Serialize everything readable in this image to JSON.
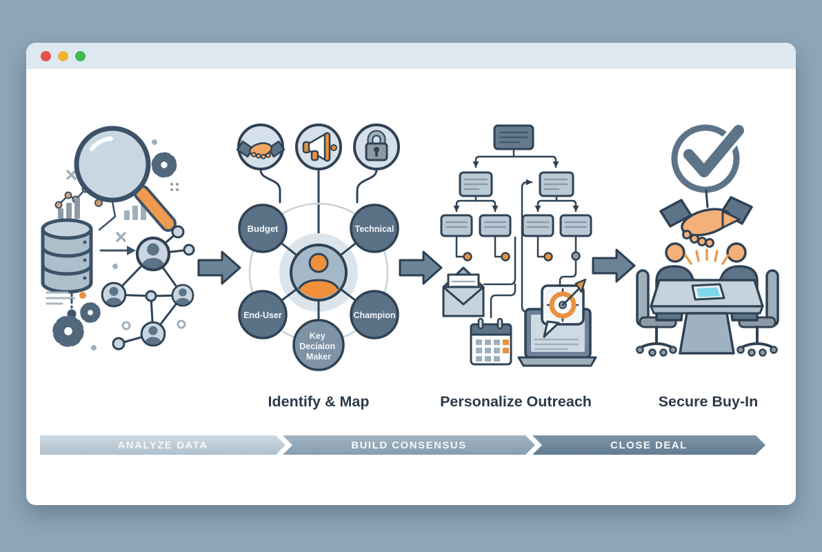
{
  "window": {
    "controls": [
      {
        "name": "close",
        "color": "#e5534b"
      },
      {
        "name": "minimize",
        "color": "#f0b32e"
      },
      {
        "name": "maximize",
        "color": "#3fb950"
      }
    ]
  },
  "stage1": {
    "icons": [
      "magnifying-glass",
      "gear",
      "line-chart",
      "bar-chart",
      "database",
      "gears",
      "stakeholder-network",
      "arrow"
    ]
  },
  "stage2": {
    "label": "Identify & Map",
    "top_icons": [
      "handshake",
      "megaphone",
      "padlock"
    ],
    "nodes": [
      {
        "label": "Budget"
      },
      {
        "label": "Technical"
      },
      {
        "label": "End-User"
      },
      {
        "label": "Champion"
      }
    ],
    "kdm_lines": [
      "Key",
      "Deciaion",
      "Maker"
    ]
  },
  "stage3": {
    "label": "Personalize Outreach",
    "icons": [
      "org-chart",
      "email-envelope",
      "calendar",
      "laptop-target-message"
    ]
  },
  "stage4": {
    "label": "Secure Buy-In",
    "icons": [
      "check-circle",
      "handshake",
      "meeting-table"
    ]
  },
  "progress": {
    "segments": [
      {
        "label": "ANALYZE DATA",
        "color": "#bfccd7"
      },
      {
        "label": "BUILD CONSENSUS",
        "color": "#93a9ba"
      },
      {
        "label": "CLOSE DEAL",
        "color": "#71889d"
      }
    ]
  },
  "colors": {
    "page_background": "#8fa6b8",
    "titlebar": "#dde8f1",
    "content": "#ffffff",
    "outline": "#2f4254",
    "slate": "#5d7488",
    "light_fill": "#c9d6e2",
    "orange": "#ee9440",
    "label_text": "#2b3a4a"
  }
}
